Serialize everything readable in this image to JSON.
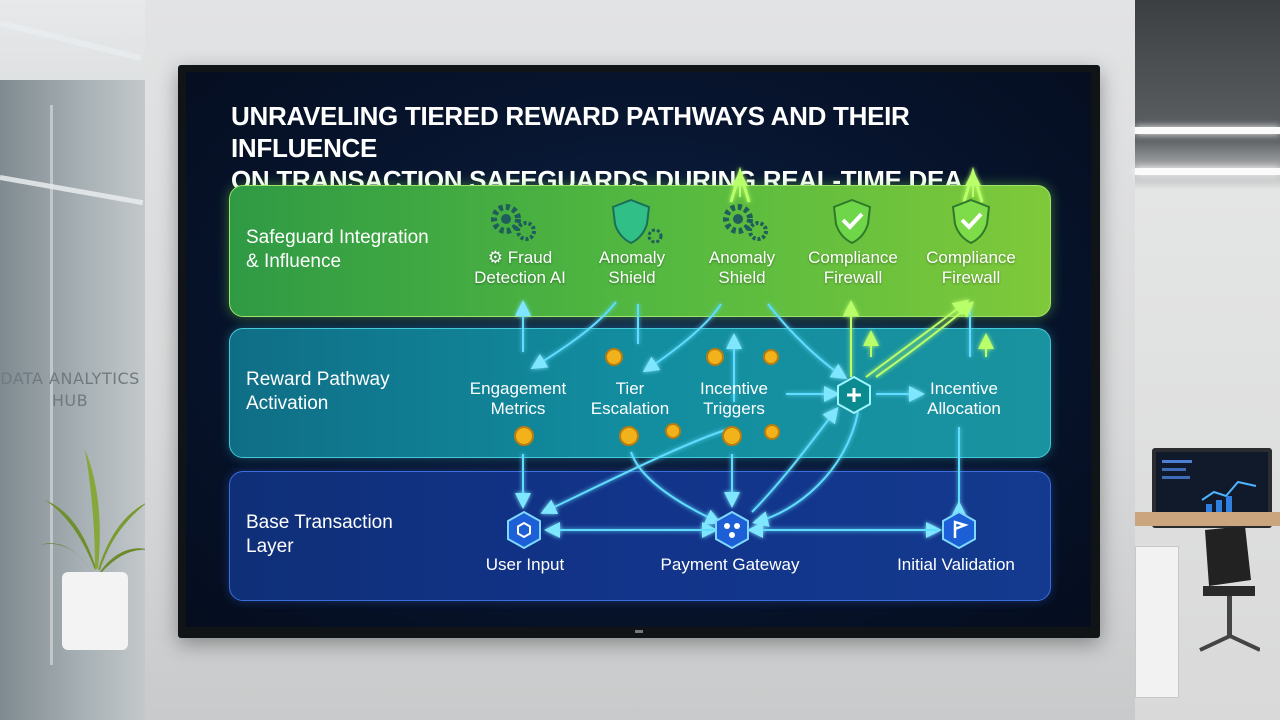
{
  "background": {
    "wall_sign": [
      "DATA ANALYTICS",
      "HUB"
    ]
  },
  "diagram": {
    "title_line1": "UNRAVELING TIERED REWARD PATHWAYS AND THEIR INFLUENCE",
    "title_line2": "ON TRANSACTION SAFEGUARDS DURING REAL-TIME DEA",
    "colors": {
      "safeguard_band": "#52b840",
      "reward_band": "#128ea0",
      "base_band": "#12348a",
      "connector": "#4fd8ff",
      "coin": "#f2b21c"
    },
    "layers": [
      {
        "label_line1": "Safeguard Integration",
        "label_line2": "& Influence",
        "nodes": [
          {
            "line1": "Fraud",
            "line2": "Detection AI",
            "icon": "gears-icon"
          },
          {
            "line1": "Anomaly",
            "line2": "Shield",
            "icon": "shield-gear-icon"
          },
          {
            "line1": "Anomaly",
            "line2": "Shield",
            "icon": "gears-icon"
          },
          {
            "line1": "Compliance",
            "line2": "Firewall",
            "icon": "shield-check-icon"
          },
          {
            "line1": "Compliance",
            "line2": "Firewall",
            "icon": "shield-check-icon"
          }
        ]
      },
      {
        "label_line1": "Reward Pathway",
        "label_line2": "Activation",
        "nodes": [
          {
            "line1": "Engagement",
            "line2": "Metrics",
            "icon": "coin-icon"
          },
          {
            "line1": "Tier",
            "line2": "Escalation",
            "icon": "coin-icon"
          },
          {
            "line1": "Incentive",
            "line2": "Triggers",
            "icon": "coin-icon"
          },
          {
            "line1": "Incentive",
            "line2": "Allocation",
            "icon": "hub-plus-icon"
          }
        ]
      },
      {
        "label_line1": "Base Transaction",
        "label_line2": "Layer",
        "nodes": [
          {
            "line1": "User Input",
            "icon": "hexagon-node-icon"
          },
          {
            "line1": "Payment Gateway",
            "icon": "hexagon-network-icon"
          },
          {
            "line1": "Initial Validation",
            "icon": "hexagon-flag-icon"
          }
        ]
      }
    ]
  }
}
